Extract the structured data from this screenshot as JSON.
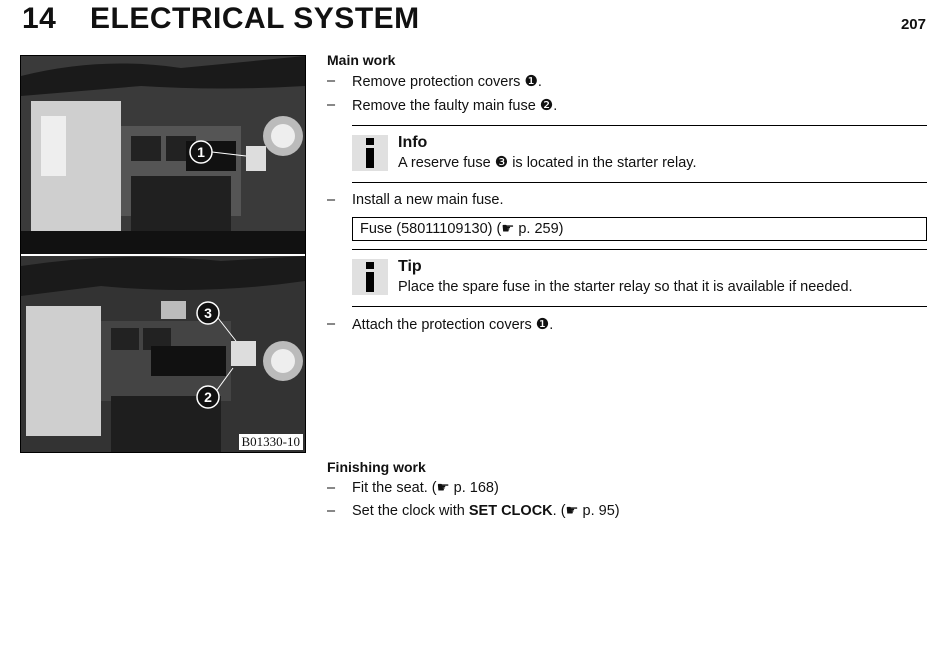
{
  "header": {
    "chapter_number": "14",
    "chapter_title": "ELECTRICAL SYSTEM",
    "page_number": "207"
  },
  "figure": {
    "code": "B01330-10",
    "callouts": [
      "1",
      "3",
      "2"
    ]
  },
  "main_work": {
    "heading": "Main work",
    "steps": [
      {
        "text": "Remove protection covers ",
        "ref": "❶",
        "after": "."
      },
      {
        "text": "Remove the faulty main fuse ",
        "ref": "❷",
        "after": "."
      }
    ],
    "info": {
      "title": "Info",
      "text_before": "A reserve fuse ",
      "ref": "❸",
      "text_after": " is located in the starter relay."
    },
    "step3": "Install a new main fuse.",
    "spec": {
      "label": "Fuse (58011109130) (",
      "pointer": "☛",
      "page": " p. 259)"
    },
    "tip": {
      "title": "Tip",
      "text": "Place the spare fuse in the starter relay so that it is available if needed."
    },
    "step4": {
      "text": "Attach the protection covers ",
      "ref": "❶",
      "after": "."
    }
  },
  "finishing_work": {
    "heading": "Finishing work",
    "step1": {
      "text": "Fit the seat. (",
      "pointer": "☛",
      "page": " p. 168)"
    },
    "step2": {
      "text": "Set the clock with ",
      "bold": "SET CLOCK",
      "after": ". (",
      "pointer": "☛",
      "page": " p. 95)"
    }
  }
}
